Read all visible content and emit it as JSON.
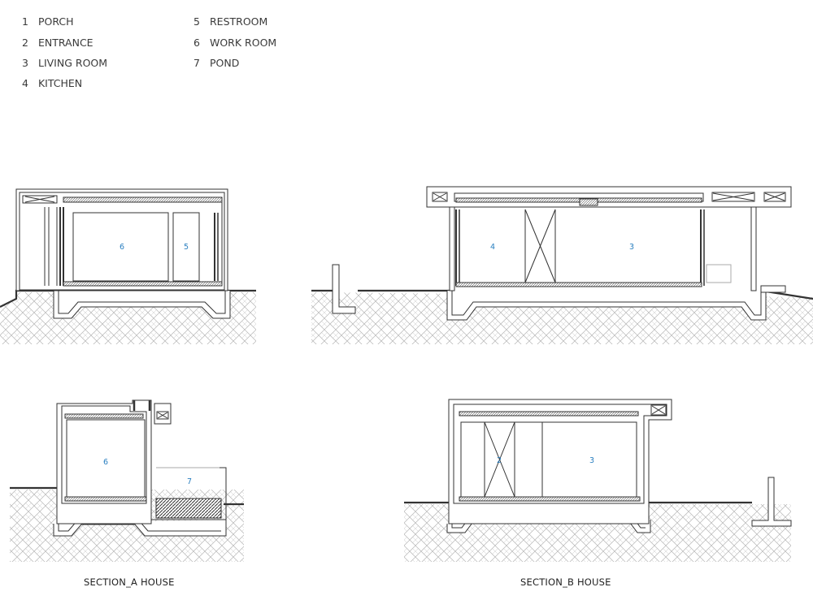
{
  "legend": {
    "items": [
      {
        "num": "1",
        "label": "PORCH"
      },
      {
        "num": "2",
        "label": "ENTRANCE"
      },
      {
        "num": "3",
        "label": "LIVING ROOM"
      },
      {
        "num": "4",
        "label": "KITCHEN"
      },
      {
        "num": "5",
        "label": "RESTROOM"
      },
      {
        "num": "6",
        "label": "WORK ROOM"
      },
      {
        "num": "7",
        "label": "POND"
      }
    ]
  },
  "sections": {
    "top_left": {
      "labels": [
        "6",
        "5"
      ]
    },
    "top_right": {
      "labels": [
        "4",
        "3"
      ]
    },
    "bottom_left": {
      "labels": [
        "6",
        "7"
      ]
    },
    "bottom_right": {
      "labels": [
        "2",
        "3"
      ]
    }
  },
  "captions": {
    "section_a": "SECTION_A HOUSE",
    "section_b": "SECTION_B HOUSE"
  },
  "colors": {
    "line": "#333333",
    "label": "#2a7fc0",
    "hatch": "#9a9a9a"
  }
}
